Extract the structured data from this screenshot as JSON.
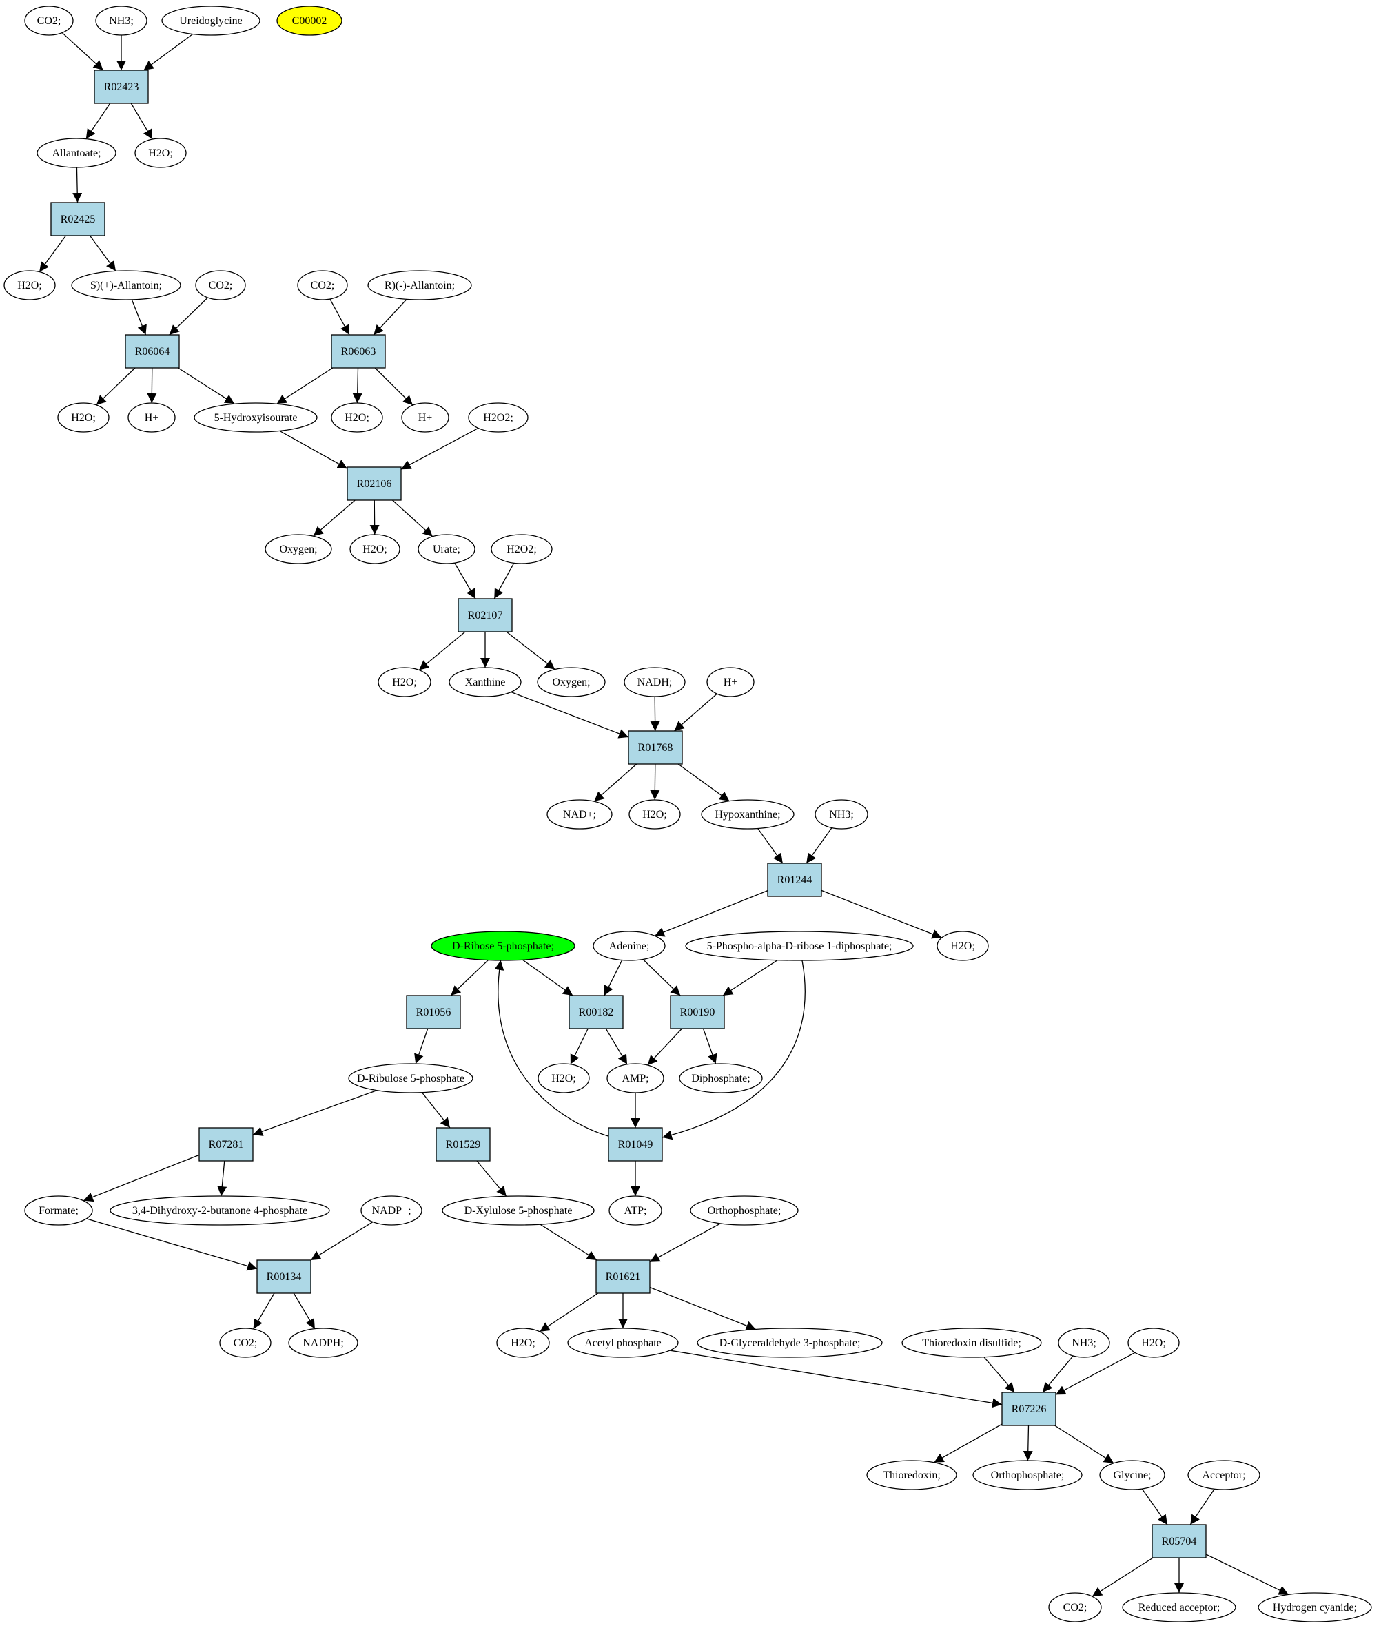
{
  "diagram": {
    "colors": {
      "reaction_fill": "#add8e6",
      "compound_fill": "#ffffff",
      "start_fill": "#00ff00",
      "query_fill": "#ffff00",
      "stroke": "#000000"
    },
    "nodes": [
      {
        "id": "c1",
        "kind": "compound",
        "label": "CO2;"
      },
      {
        "id": "c2",
        "kind": "compound",
        "label": "NH3;"
      },
      {
        "id": "c3",
        "kind": "compound",
        "label": "Ureidoglycine"
      },
      {
        "id": "q1",
        "kind": "query",
        "label": "C00002"
      },
      {
        "id": "r1",
        "kind": "reaction",
        "label": "R02423"
      },
      {
        "id": "c4",
        "kind": "compound",
        "label": "Allantoate;"
      },
      {
        "id": "c5",
        "kind": "compound",
        "label": "H2O;"
      },
      {
        "id": "r2",
        "kind": "reaction",
        "label": "R02425"
      },
      {
        "id": "c6",
        "kind": "compound",
        "label": "H2O;"
      },
      {
        "id": "c7",
        "kind": "compound",
        "label": "S)(+)-Allantoin;"
      },
      {
        "id": "c8",
        "kind": "compound",
        "label": "CO2;"
      },
      {
        "id": "c9",
        "kind": "compound",
        "label": "CO2;"
      },
      {
        "id": "c10",
        "kind": "compound",
        "label": "R)(-)-Allantoin;"
      },
      {
        "id": "r3",
        "kind": "reaction",
        "label": "R06064"
      },
      {
        "id": "r4",
        "kind": "reaction",
        "label": "R06063"
      },
      {
        "id": "c11",
        "kind": "compound",
        "label": "H2O;"
      },
      {
        "id": "c12",
        "kind": "compound",
        "label": "H+"
      },
      {
        "id": "c13",
        "kind": "compound",
        "label": "5-Hydroxyisourate"
      },
      {
        "id": "c14",
        "kind": "compound",
        "label": "H2O;"
      },
      {
        "id": "c15",
        "kind": "compound",
        "label": "H+"
      },
      {
        "id": "c16",
        "kind": "compound",
        "label": "H2O2;"
      },
      {
        "id": "r5",
        "kind": "reaction",
        "label": "R02106"
      },
      {
        "id": "c17",
        "kind": "compound",
        "label": "Oxygen;"
      },
      {
        "id": "c18",
        "kind": "compound",
        "label": "H2O;"
      },
      {
        "id": "c19",
        "kind": "compound",
        "label": "Urate;"
      },
      {
        "id": "c20",
        "kind": "compound",
        "label": "H2O2;"
      },
      {
        "id": "r6",
        "kind": "reaction",
        "label": "R02107"
      },
      {
        "id": "c21",
        "kind": "compound",
        "label": "H2O;"
      },
      {
        "id": "c22",
        "kind": "compound",
        "label": "Xanthine"
      },
      {
        "id": "c23",
        "kind": "compound",
        "label": "Oxygen;"
      },
      {
        "id": "c24",
        "kind": "compound",
        "label": "NADH;"
      },
      {
        "id": "c25",
        "kind": "compound",
        "label": "H+"
      },
      {
        "id": "r7",
        "kind": "reaction",
        "label": "R01768"
      },
      {
        "id": "c26",
        "kind": "compound",
        "label": "NAD+;"
      },
      {
        "id": "c27",
        "kind": "compound",
        "label": "H2O;"
      },
      {
        "id": "c28",
        "kind": "compound",
        "label": "Hypoxanthine;"
      },
      {
        "id": "c29",
        "kind": "compound",
        "label": "NH3;"
      },
      {
        "id": "r8",
        "kind": "reaction",
        "label": "R01244"
      },
      {
        "id": "s1",
        "kind": "start",
        "label": "D-Ribose 5-phosphate;"
      },
      {
        "id": "c30",
        "kind": "compound",
        "label": "Adenine;"
      },
      {
        "id": "c31",
        "kind": "compound",
        "label": "5-Phospho-alpha-D-ribose 1-diphosphate;"
      },
      {
        "id": "c32",
        "kind": "compound",
        "label": "H2O;"
      },
      {
        "id": "r9",
        "kind": "reaction",
        "label": "R01056"
      },
      {
        "id": "r10",
        "kind": "reaction",
        "label": "R00182"
      },
      {
        "id": "r11",
        "kind": "reaction",
        "label": "R00190"
      },
      {
        "id": "c33",
        "kind": "compound",
        "label": "D-Ribulose 5-phosphate"
      },
      {
        "id": "c34",
        "kind": "compound",
        "label": "H2O;"
      },
      {
        "id": "c35",
        "kind": "compound",
        "label": "AMP;"
      },
      {
        "id": "c36",
        "kind": "compound",
        "label": "Diphosphate;"
      },
      {
        "id": "r12",
        "kind": "reaction",
        "label": "R07281"
      },
      {
        "id": "r13",
        "kind": "reaction",
        "label": "R01529"
      },
      {
        "id": "r14",
        "kind": "reaction",
        "label": "R01049"
      },
      {
        "id": "c37",
        "kind": "compound",
        "label": "Formate;"
      },
      {
        "id": "c38",
        "kind": "compound",
        "label": "3,4-Dihydroxy-2-butanone 4-phosphate"
      },
      {
        "id": "c39",
        "kind": "compound",
        "label": "NADP+;"
      },
      {
        "id": "c40",
        "kind": "compound",
        "label": "D-Xylulose 5-phosphate"
      },
      {
        "id": "c41",
        "kind": "compound",
        "label": "ATP;"
      },
      {
        "id": "c42",
        "kind": "compound",
        "label": "Orthophosphate;"
      },
      {
        "id": "r15",
        "kind": "reaction",
        "label": "R00134"
      },
      {
        "id": "r16",
        "kind": "reaction",
        "label": "R01621"
      },
      {
        "id": "c43",
        "kind": "compound",
        "label": "CO2;"
      },
      {
        "id": "c44",
        "kind": "compound",
        "label": "NADPH;"
      },
      {
        "id": "c45",
        "kind": "compound",
        "label": "H2O;"
      },
      {
        "id": "c46",
        "kind": "compound",
        "label": "Acetyl phosphate"
      },
      {
        "id": "c47",
        "kind": "compound",
        "label": "D-Glyceraldehyde 3-phosphate;"
      },
      {
        "id": "c48",
        "kind": "compound",
        "label": "Thioredoxin disulfide;"
      },
      {
        "id": "c49",
        "kind": "compound",
        "label": "NH3;"
      },
      {
        "id": "c50",
        "kind": "compound",
        "label": "H2O;"
      },
      {
        "id": "r17",
        "kind": "reaction",
        "label": "R07226"
      },
      {
        "id": "c51",
        "kind": "compound",
        "label": "Thioredoxin;"
      },
      {
        "id": "c52",
        "kind": "compound",
        "label": "Orthophosphate;"
      },
      {
        "id": "c53",
        "kind": "compound",
        "label": "Glycine;"
      },
      {
        "id": "c54",
        "kind": "compound",
        "label": "Acceptor;"
      },
      {
        "id": "r18",
        "kind": "reaction",
        "label": "R05704"
      },
      {
        "id": "c55",
        "kind": "compound",
        "label": "CO2;"
      },
      {
        "id": "c56",
        "kind": "compound",
        "label": "Reduced acceptor;"
      },
      {
        "id": "c57",
        "kind": "compound",
        "label": "Hydrogen cyanide;"
      }
    ],
    "edges": [
      [
        "c1",
        "r1"
      ],
      [
        "c2",
        "r1"
      ],
      [
        "c3",
        "r1"
      ],
      [
        "r1",
        "c4"
      ],
      [
        "r1",
        "c5"
      ],
      [
        "c4",
        "r2"
      ],
      [
        "r2",
        "c6"
      ],
      [
        "r2",
        "c7"
      ],
      [
        "c7",
        "r3"
      ],
      [
        "c8",
        "r3"
      ],
      [
        "c9",
        "r4"
      ],
      [
        "c10",
        "r4"
      ],
      [
        "r3",
        "c11"
      ],
      [
        "r3",
        "c12"
      ],
      [
        "r3",
        "c13"
      ],
      [
        "r4",
        "c13"
      ],
      [
        "r4",
        "c14"
      ],
      [
        "r4",
        "c15"
      ],
      [
        "c13",
        "r5"
      ],
      [
        "c16",
        "r5"
      ],
      [
        "r5",
        "c17"
      ],
      [
        "r5",
        "c18"
      ],
      [
        "r5",
        "c19"
      ],
      [
        "c19",
        "r6"
      ],
      [
        "c20",
        "r6"
      ],
      [
        "r6",
        "c21"
      ],
      [
        "r6",
        "c22"
      ],
      [
        "r6",
        "c23"
      ],
      [
        "c22",
        "r7"
      ],
      [
        "c24",
        "r7"
      ],
      [
        "c25",
        "r7"
      ],
      [
        "r7",
        "c26"
      ],
      [
        "r7",
        "c27"
      ],
      [
        "r7",
        "c28"
      ],
      [
        "c28",
        "r8"
      ],
      [
        "c29",
        "r8"
      ],
      [
        "r8",
        "c30"
      ],
      [
        "r8",
        "c32"
      ],
      [
        "s1",
        "r9"
      ],
      [
        "s1",
        "r10"
      ],
      [
        "c30",
        "r10"
      ],
      [
        "c30",
        "r11"
      ],
      [
        "c31",
        "r11"
      ],
      [
        "r9",
        "c33"
      ],
      [
        "r10",
        "c34"
      ],
      [
        "r10",
        "c35"
      ],
      [
        "r11",
        "c35"
      ],
      [
        "r11",
        "c36"
      ],
      [
        "c33",
        "r12"
      ],
      [
        "c33",
        "r13"
      ],
      [
        "c35",
        "r14"
      ],
      [
        "c31",
        "r14"
      ],
      [
        "r14",
        "s1"
      ],
      [
        "r12",
        "c37"
      ],
      [
        "r12",
        "c38"
      ],
      [
        "r13",
        "c40"
      ],
      [
        "r14",
        "c41"
      ],
      [
        "c37",
        "r15"
      ],
      [
        "c39",
        "r15"
      ],
      [
        "c40",
        "r16"
      ],
      [
        "c42",
        "r16"
      ],
      [
        "r15",
        "c43"
      ],
      [
        "r15",
        "c44"
      ],
      [
        "r16",
        "c45"
      ],
      [
        "r16",
        "c46"
      ],
      [
        "r16",
        "c47"
      ],
      [
        "c46",
        "r17"
      ],
      [
        "c48",
        "r17"
      ],
      [
        "c49",
        "r17"
      ],
      [
        "c50",
        "r17"
      ],
      [
        "r17",
        "c51"
      ],
      [
        "r17",
        "c52"
      ],
      [
        "r17",
        "c53"
      ],
      [
        "c53",
        "r18"
      ],
      [
        "c54",
        "r18"
      ],
      [
        "r18",
        "c55"
      ],
      [
        "r18",
        "c56"
      ],
      [
        "r18",
        "c57"
      ]
    ]
  }
}
